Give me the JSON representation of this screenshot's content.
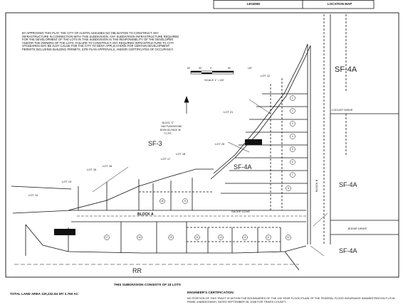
{
  "header": {
    "legend_label": "LEGEND",
    "location_map_label": "LOCATION MAP"
  },
  "notice": "BY APPROVING THIS PLAT, THE CITY OF AUSTIN ASSUMES NO OBLIGATION TO CONSTRUCT ANY INFRASTRUCTURE IN CONNECTION WITH THIS SUBDIVISION. ANY SUBDIVISION INFRASTRUCTURE REQUIRED FOR THE DEVELOPMENT OF THE LOTS IN THIS SUBDIVISION IS THE RESPONSIBILITY OF THE DEVELOPER AND/OR THE OWNERS OF THE LOTS. FAILURE TO CONSTRUCT ANY REQUIRED INFRASTRUCTURE TO CITY STANDARDS MAY BE JUST CAUSE FOR THE CITY TO DENY APPLICATIONS FOR CERTAIN DEVELOPMENT PERMITS INCLUDING BUILDING PERMITS, SITE PLAN APPROVALS, AND/OR CERTIFICATES OF OCCUPANCY.",
  "scale": {
    "ticks": [
      "60'",
      "30'",
      "0'",
      "60'",
      "120'"
    ],
    "label": "SCALE 1\" = 60'"
  },
  "zones": {
    "sf4a_top": "SF-4A",
    "sf3": "SF-3",
    "sf4a_center": "SF-4A",
    "sf4a_right": "SF-4A",
    "sf4a_bottom": "SF-4A",
    "rr": "RR"
  },
  "streets": {
    "locust_drive": "LOCUST DRIVE",
    "sacee_cove": "SACEE COVE",
    "jessie_drive": "JESSIE DRIVE",
    "block_a": "BLOCK A",
    "block_b": "BLOCK B"
  },
  "lots": {
    "lot12": "LOT 12",
    "lot13": "LOT 13",
    "lot14": "LOT 14",
    "lot15": "LOT 15",
    "lot16": "LOT 16",
    "lot17": "LOT 17",
    "lot18": "LOT 18",
    "lot20": "LOT 20",
    "lot21": "LOT 21"
  },
  "lot_numbers": [
    "1",
    "2",
    "3",
    "4",
    "5",
    "6",
    "7",
    "8",
    "9",
    "10",
    "11",
    "12",
    "13",
    "14",
    "15",
    "16",
    "17",
    "18"
  ],
  "plantation": {
    "line1": "BLOCK \"C\"",
    "line2": "OAK PLANTATIONS",
    "line3": "BOOK 83, PAGE 36",
    "line4": "T.C.P.R."
  },
  "subdivision_line": "THIS SUBDIVISION CONSISTS OF 18 LOTS",
  "total_land_area": "TOTAL LAND AREA 120,232.94 SF/ 2.760 AC",
  "engineer": {
    "heading": "ENGINEER'S CERTIFICATION:",
    "text": "NO PORTION OF THIS TRACT IS WITHIN THE BOUNDARIES OF THE 100 YEAR FLOOD PLAIN OF THE FEDERAL FLOOD INSURANCE ADMINISTRATION F.I.R.M. PANEL #48453C0460H, DATED SEPTEMBER 26, 2008 FOR TRAVIS COUNTY."
  }
}
